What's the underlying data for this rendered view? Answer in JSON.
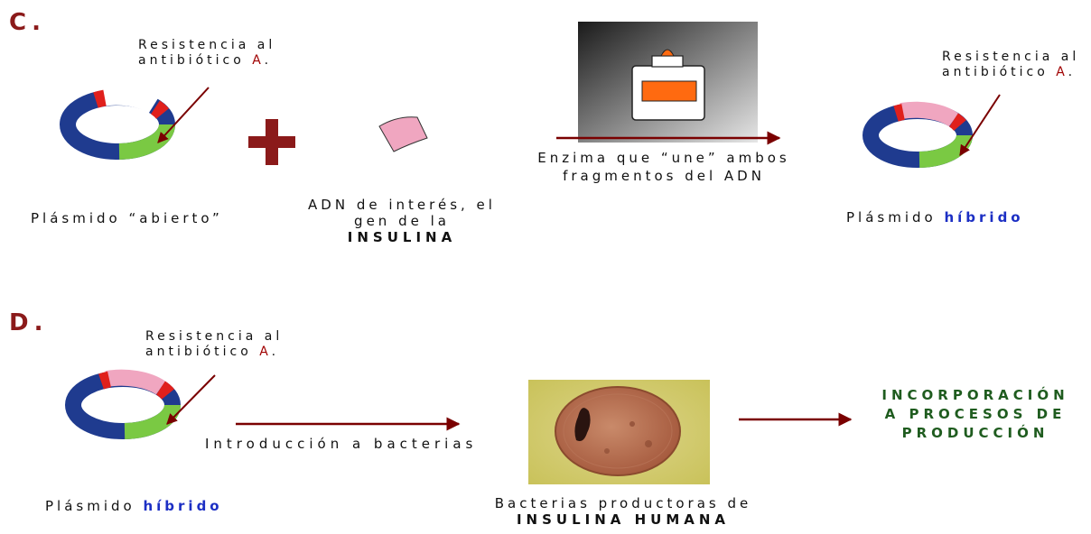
{
  "section_c": {
    "letter": "C.",
    "resistance_1": {
      "line1": "Resistencia al",
      "line2_pre": "antibiótico ",
      "line2_a": "A",
      "line2_post": "."
    },
    "plasmid_open_caption": "Plásmido “abierto”",
    "dna_line1": "ADN de interés, el",
    "dna_line2": "gen de la",
    "dna_line3": "INSULINA",
    "enzyme_line1": "Enzima que “une” ambos",
    "enzyme_line2": "fragmentos del ADN",
    "resistance_2": {
      "line1": "Resistencia al",
      "line2_pre": "antibiótico ",
      "line2_a": "A",
      "line2_post": "."
    },
    "hybrid_caption_pre": "Plásmido ",
    "hybrid_caption_bold": "híbrido"
  },
  "section_d": {
    "letter": "D.",
    "resistance": {
      "line1": "Resistencia al",
      "line2_pre": "antibiótico ",
      "line2_a": "A",
      "line2_post": "."
    },
    "hybrid_caption_pre": "Plásmido ",
    "hybrid_caption_bold": "híbrido",
    "introduction_label": "Introducción a bacterias",
    "bacteria_line1": "Bacterias productoras de",
    "bacteria_line2": "INSULINA HUMANA",
    "incorporation_line1": "INCORPORACIÓN",
    "incorporation_line2": "A PROCESOS DE",
    "incorporation_line3": "PRODUCCIÓN"
  },
  "colors": {
    "section_letter": "#8b1a1a",
    "arrow": "#7a0000",
    "plasmid_blue": "#1f3b8f",
    "plasmid_green": "#7ac943",
    "plasmid_red": "#e0201c",
    "plasmid_pink": "#f0a6c0",
    "hybrid_text": "#1c2fc4",
    "incorporation_text": "#1f5c1f"
  },
  "icons": [
    "plus-sign",
    "glue-bottle-icon",
    "bacterium-photo"
  ]
}
